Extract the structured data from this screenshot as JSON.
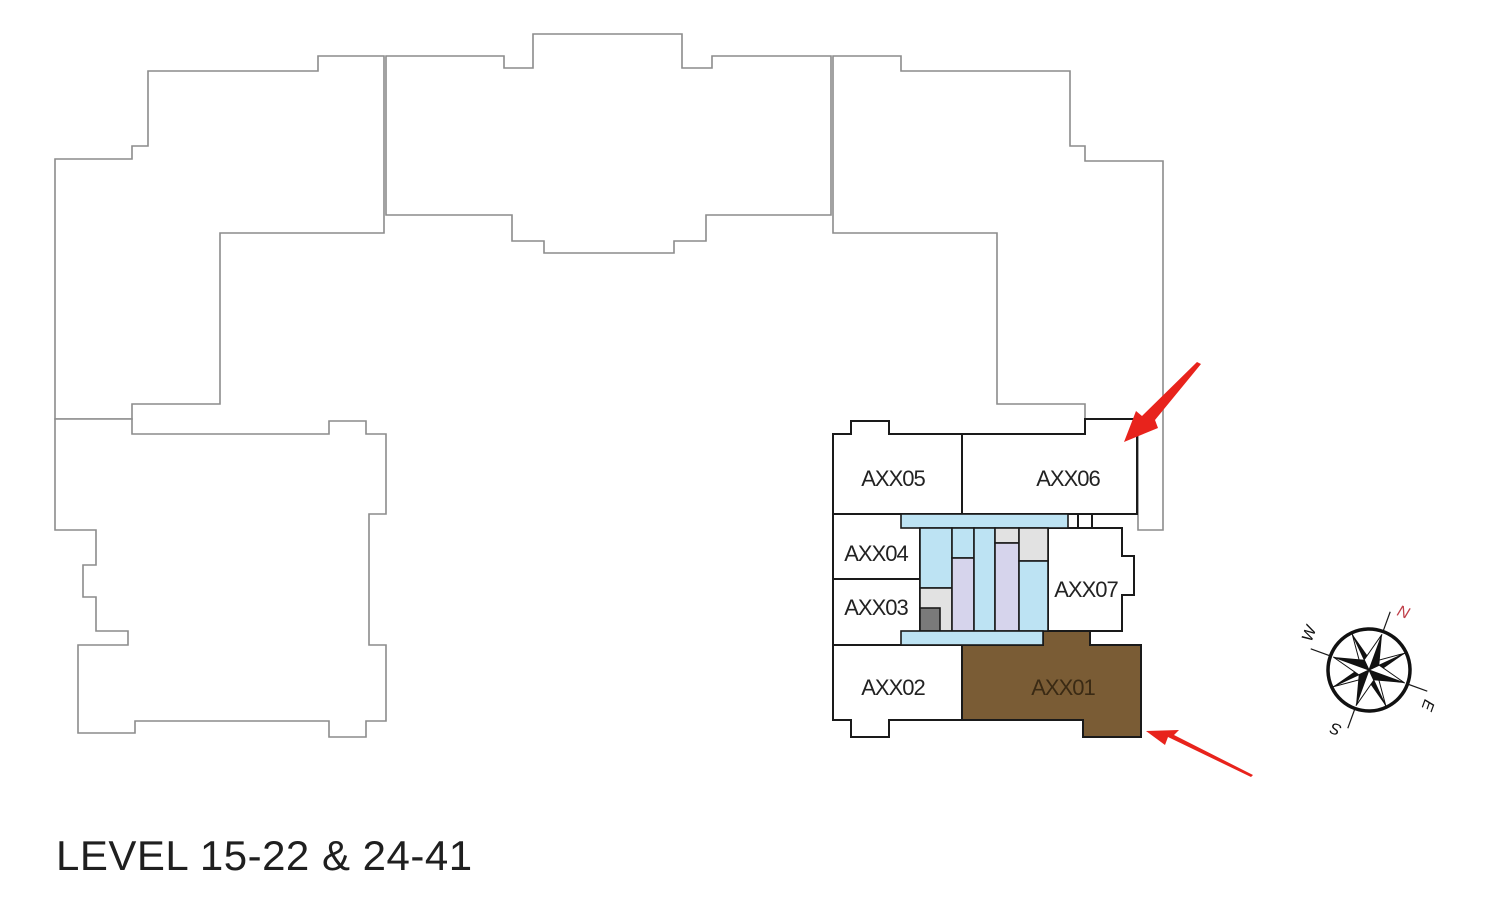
{
  "title": "LEVEL 15-22 & 24-41",
  "colors": {
    "outline": "#8c8c8c",
    "unit_border": "#1a1a1a",
    "unit_fill": "#ffffff",
    "highlight_fill": "#7a5c35",
    "core_blue": "#bde3f3",
    "core_lavender": "#d6d4ec",
    "core_gray": "#e2e2e2",
    "core_dark": "#7a7a7a",
    "arrow": "#e8231c",
    "north_label": "#c0404a"
  },
  "units": [
    {
      "id": "AXX05",
      "label": "AXX05",
      "highlighted": false
    },
    {
      "id": "AXX06",
      "label": "AXX06",
      "highlighted": false
    },
    {
      "id": "AXX04",
      "label": "AXX04",
      "highlighted": false
    },
    {
      "id": "AXX03",
      "label": "AXX03",
      "highlighted": false
    },
    {
      "id": "AXX07",
      "label": "AXX07",
      "highlighted": false
    },
    {
      "id": "AXX02",
      "label": "AXX02",
      "highlighted": false
    },
    {
      "id": "AXX01",
      "label": "AXX01",
      "highlighted": true
    }
  ],
  "compass": {
    "north": "N",
    "south": "S",
    "east": "E",
    "west": "W"
  },
  "annotations": [
    {
      "type": "arrow",
      "points_to": "AXX06"
    },
    {
      "type": "arrow",
      "points_to": "AXX01"
    }
  ]
}
